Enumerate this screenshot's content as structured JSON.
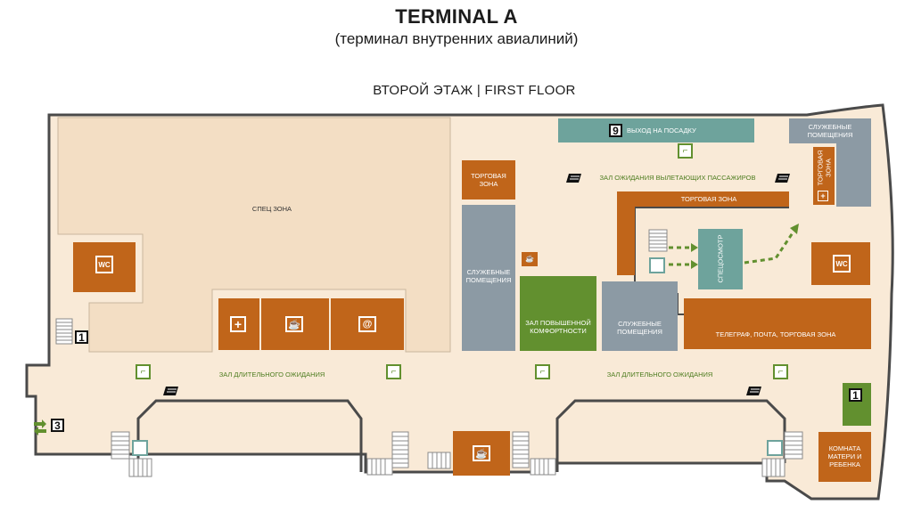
{
  "header": {
    "title": "TERMINAL A",
    "subtitle": "(терминал внутренних авиалиний)",
    "floor": "ВТОРОЙ ЭТАЖ | FIRST FLOOR"
  },
  "zones": {
    "spec_zone": "СПЕЦ ЗОНА",
    "trade_zone_small": "ТОРГОВАЯ ЗОНА",
    "service_rooms_1": "СЛУЖЕБНЫЕ ПОМЕЩЕНИЯ",
    "comfort_hall": "ЗАЛ ПОВЫШЕННОЙ КОМФОРТНОСТИ",
    "service_rooms_2": "СЛУЖЕБНЫЕ ПОМЕЩЕНИЯ",
    "gate_exit": "ВЫХОД НА ПОСАДКУ",
    "departure_hall": "ЗАЛ ОЖИДАНИЯ ВЫЛЕТАЮЩИХ ПАССАЖИРОВ",
    "trade_zone_long": "ТОРГОВАЯ ЗОНА",
    "security": "СПЕЦОСМОТР",
    "service_rooms_3": "СЛУЖЕБНЫЕ ПОМЕЩЕНИЯ",
    "trade_zone_vertical": "ТОРГОВАЯ ЗОНА",
    "telegraph": "ТЕЛЕГРАФ, ПОЧТА, ТОРГОВАЯ ЗОНА",
    "long_wait_left": "ЗАЛ ДЛИТЕЛЬНОГО ОЖИДАНИЯ",
    "long_wait_right": "ЗАЛ ДЛИТЕЛЬНОГО ОЖИДАНИЯ",
    "mother_child": "КОМНАТА МАТЕРИ И РЕБЕНКА",
    "wc": "WC"
  },
  "markers": {
    "gate_number": "9",
    "left_stairs_number": "1",
    "right_number": "1",
    "exit_number": "3"
  },
  "colors": {
    "floor": "#f9ead7",
    "special_zone": "#f3dec4",
    "wall": "#4a4a4a",
    "orange": "#c0651a",
    "grey": "#8c9aa4",
    "green": "#62902f",
    "teal": "#6ea39c"
  },
  "icons": [
    "wc-icon",
    "first-aid-icon",
    "cafe-icon",
    "internet-icon",
    "waiting-seat-icon",
    "flight-info-icon",
    "elevator-icon",
    "stairs-icon",
    "escalator-icon",
    "exit-arrows-icon"
  ]
}
